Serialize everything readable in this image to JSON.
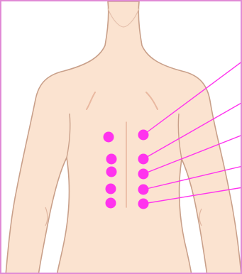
{
  "illustration": {
    "subject": "back-acupressure-points",
    "skin_color": "#fbe3d0",
    "outline_color": "#c9a08a",
    "shadow_color": "#e9b8a0",
    "frame_color": "#e08ad6",
    "point_color": "#ff33ee",
    "leader_line_color": "#ff33ee",
    "left_column_point_count": 5,
    "right_column_point_count": 5,
    "leader_line_count": 5
  }
}
